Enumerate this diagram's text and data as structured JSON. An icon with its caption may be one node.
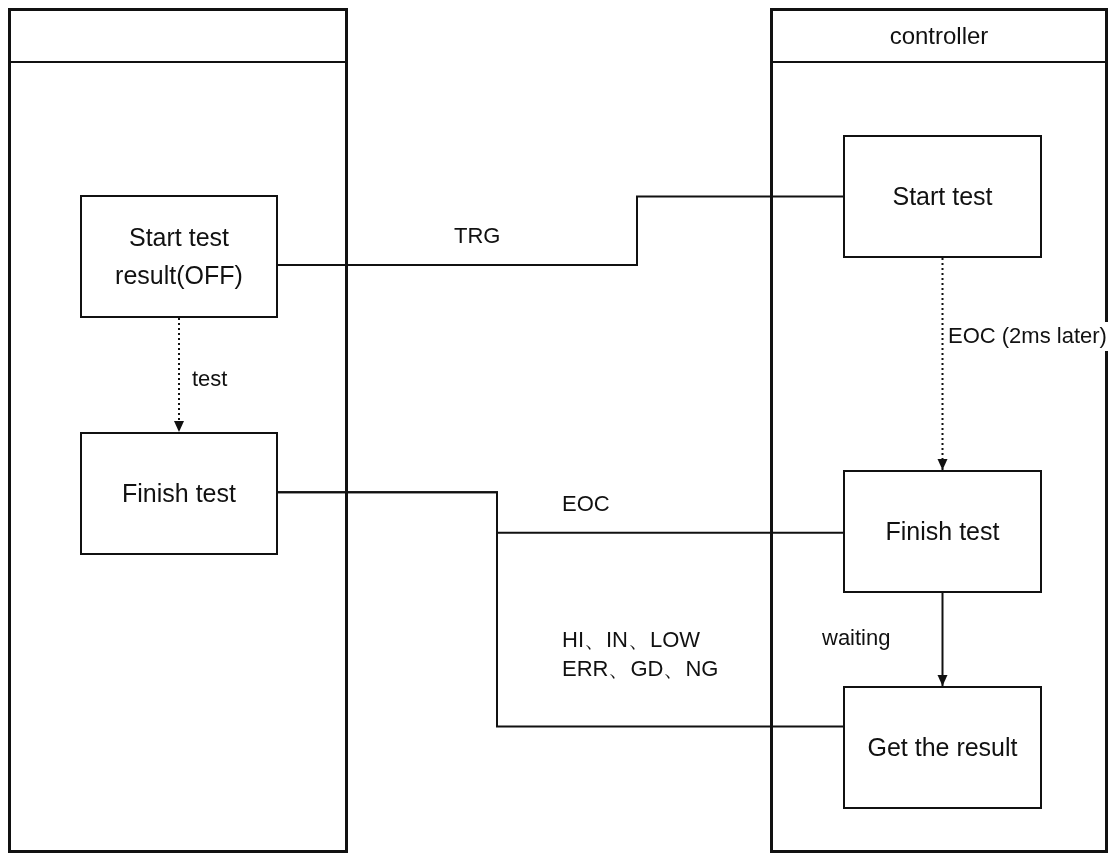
{
  "diagram": {
    "nodes": [
      {
        "text": [],
        "shape": "box"
      },
      {
        "text": [
          "controller"
        ]
      },
      {
        "text": [
          "Start test result(OFF)"
        ],
        "in": 0
      },
      {
        "text": [
          "Finish test"
        ],
        "in": 0
      },
      {
        "text": [
          "Start test"
        ],
        "in": 1
      },
      {
        "text": [
          "Finish test"
        ],
        "in": 1
      },
      {
        "text": [
          "Get the result"
        ],
        "in": 1
      }
    ],
    "edges": [
      {
        "from": 2,
        "to": 3,
        "arrow": "to",
        "label": "test",
        "style": "dashed"
      },
      {
        "from": 2,
        "to": 4,
        "arrow": "none",
        "label": "TRG"
      },
      {
        "from": 4,
        "to": 5,
        "arrow": "to",
        "label": "EOC (2ms later)",
        "style": "dashed"
      },
      {
        "from": 3,
        "to": 5,
        "arrow": "none",
        "label": "EOC"
      },
      {
        "from": 3,
        "to": 6,
        "arrow": "none",
        "label": "HI、IN、LOW ERR、GD、NG"
      },
      {
        "from": 5,
        "to": 6,
        "arrow": "to",
        "label": "waiting"
      }
    ]
  }
}
